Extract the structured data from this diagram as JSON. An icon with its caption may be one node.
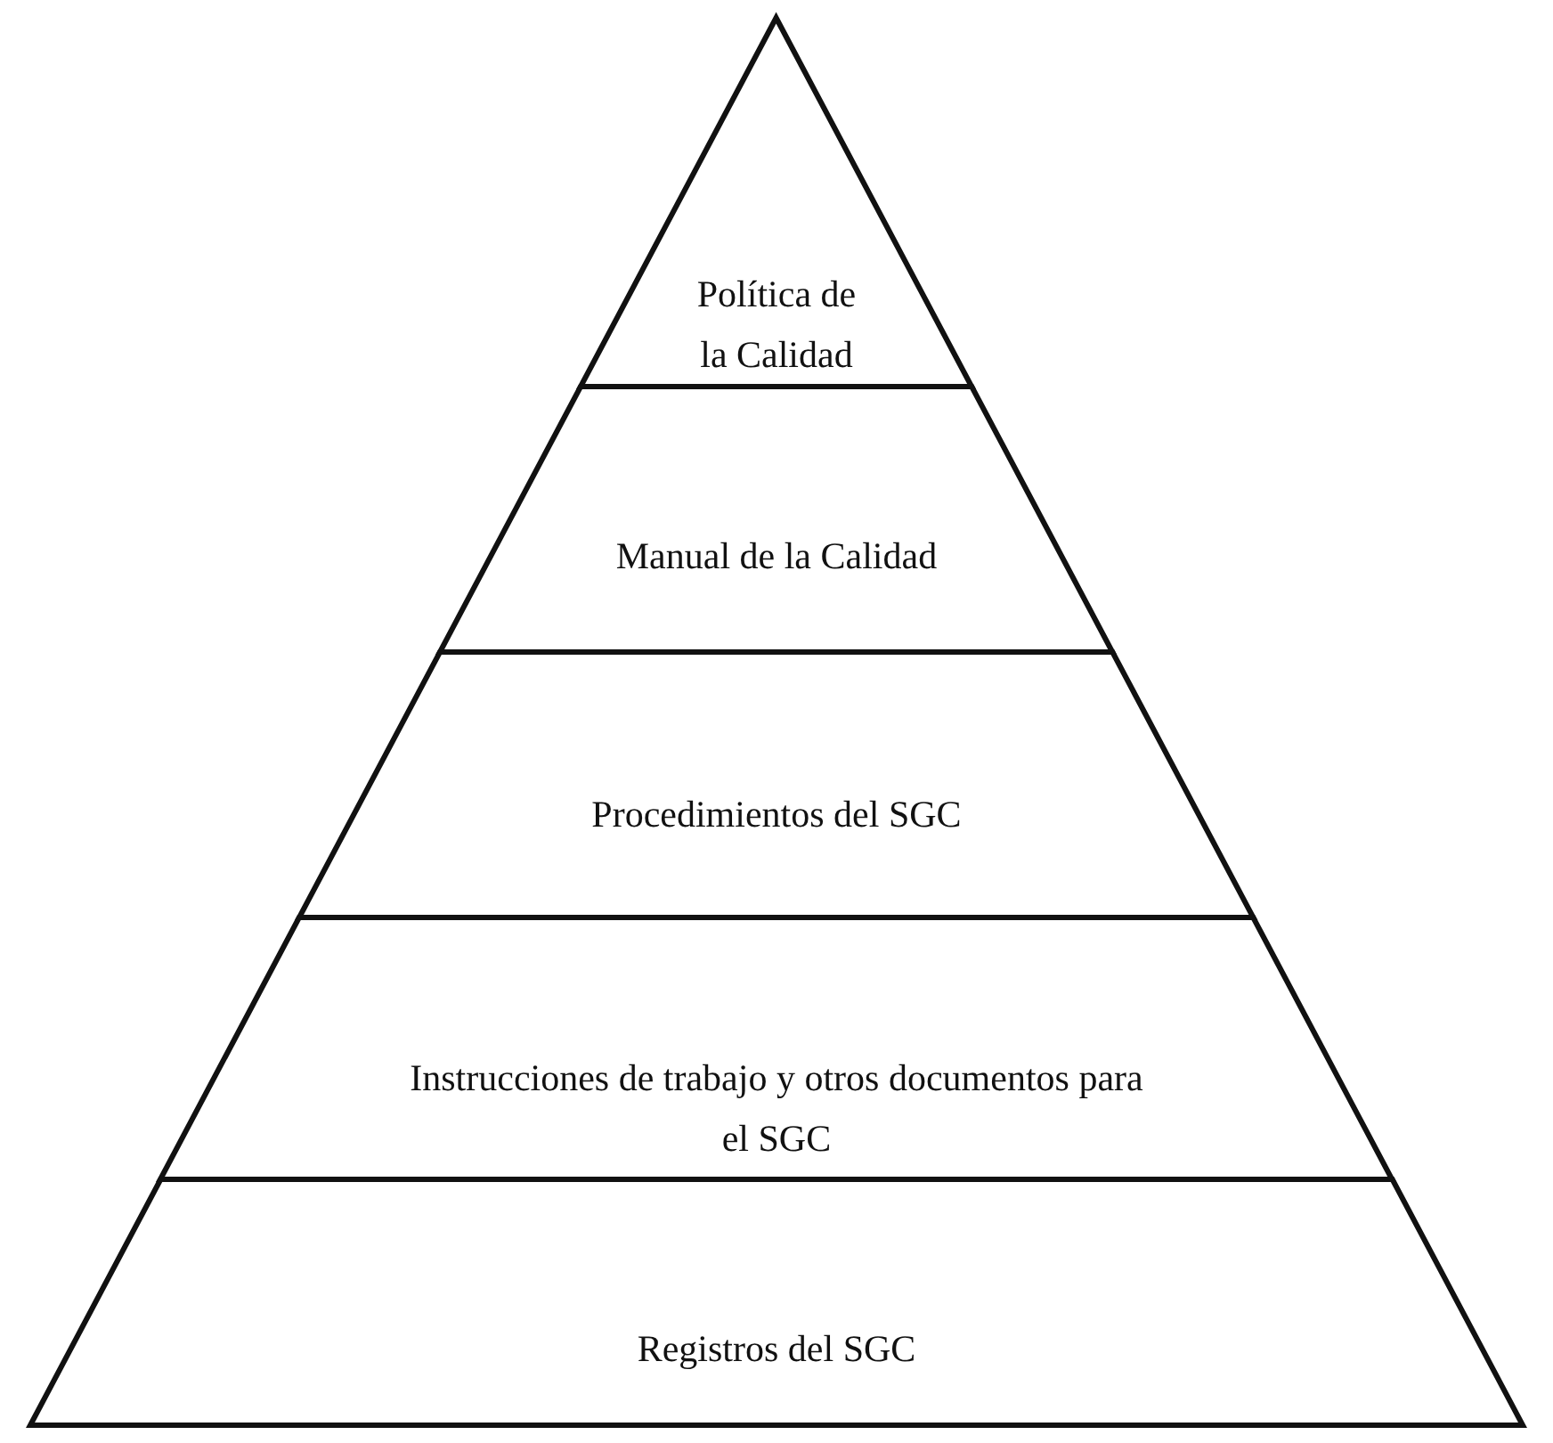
{
  "diagram": {
    "nodes": [
      {
        "text": [
          "Política de la Calidad"
        ]
      },
      {
        "text": [
          "Manual de la Calidad"
        ]
      },
      {
        "text": [
          "Procedimientos del SGC"
        ]
      },
      {
        "text": [
          "Instrucciones de trabajo y otros documentos para el SGC"
        ]
      },
      {
        "text": [
          "Registros del SGC"
        ]
      }
    ],
    "edges": []
  }
}
